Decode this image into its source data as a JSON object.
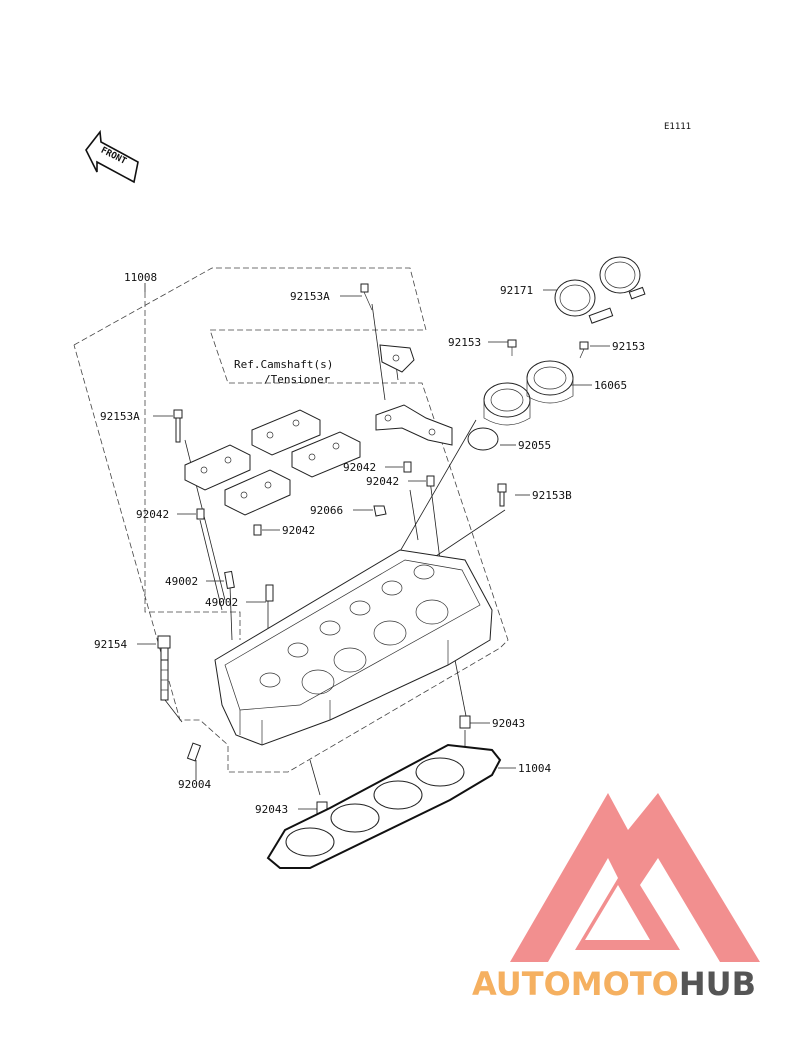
{
  "diagram_code": "E1111",
  "front_label": "FRONT",
  "reference_note": [
    "Ref.Camshaft(s)",
    "/Tensioner"
  ],
  "parts": {
    "p11008": "11008",
    "p92153A_top": "92153A",
    "p92171": "92171",
    "p92153_left": "92153",
    "p92153_right": "92153",
    "p16065": "16065",
    "p92055": "92055",
    "p92153A_left": "92153A",
    "p92042_a": "92042",
    "p92042_b": "92042",
    "p92042_c": "92042",
    "p92042_d": "92042",
    "p92066": "92066",
    "p92153B": "92153B",
    "p49002_a": "49002",
    "p49002_b": "49002",
    "p92154": "92154",
    "p92043_a": "92043",
    "p92043_b": "92043",
    "p11004": "11004",
    "p92004": "92004"
  },
  "watermark": {
    "part1": "AUTOMOTO",
    "part2": "HUB"
  },
  "colors": {
    "watermark_red": "#ee6a6a",
    "watermark_orange": "#f5b060",
    "watermark_gray": "#555555"
  }
}
